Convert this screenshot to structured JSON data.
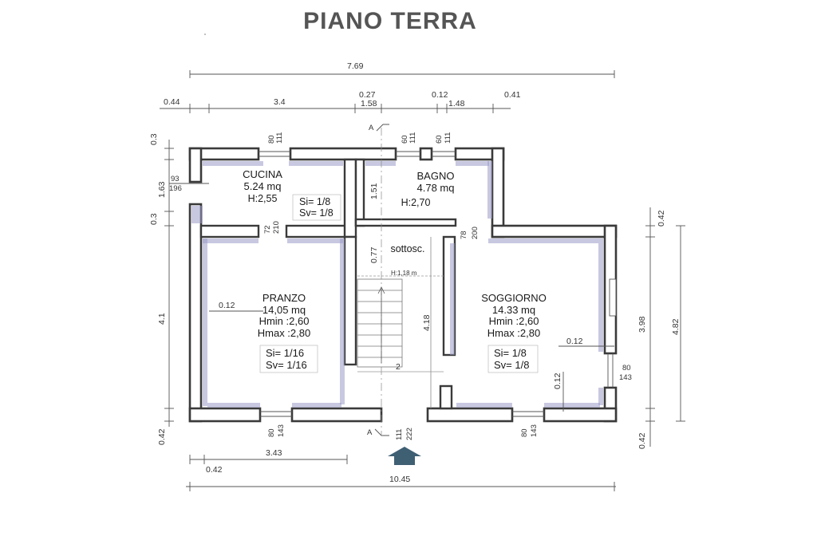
{
  "title": "PIANO TERRA",
  "dimensions": {
    "top_total": "7.69",
    "top_left": "0.44",
    "top_cucina": "3.4",
    "top_mid_small": "0.27",
    "top_mid": "1.58",
    "top_small2": "0.12",
    "top_bagno": "1.48",
    "top_right": "0.41",
    "left_top": "0.3",
    "left_cucina": "1.63",
    "left_mid": "0.3",
    "left_main": "4.1",
    "left_bottom": "0.42",
    "right_top": "0.42",
    "right_main": "3.98",
    "right_total": "4.82",
    "right_bottom": "0.42",
    "bottom_pranzo": "3.43",
    "bottom_left": "0.42",
    "bottom_total": "10.45",
    "stair_top": "0.77",
    "bagno_h": "1.51",
    "stair_len": "4.18",
    "stair_w": "2",
    "wall_pranzo": "0.12",
    "wall_sogg": "0.12",
    "wall_sogg2": "0.12"
  },
  "openings": {
    "w_cucina_top": [
      "80",
      "111"
    ],
    "w_hall_top": [
      "60",
      "111"
    ],
    "w_bagno_top": [
      "60",
      "111"
    ],
    "w_cucina_left": [
      "93",
      "196"
    ],
    "d_cucina": [
      "72",
      "210"
    ],
    "d_bagno": [
      "78",
      "200"
    ],
    "w_pranzo_bottom": [
      "80",
      "143"
    ],
    "d_entrance": [
      "111",
      "222"
    ],
    "w_sogg_bottom": [
      "80",
      "143"
    ],
    "w_sogg_right": [
      "80",
      "143"
    ]
  },
  "section_marks": [
    "A",
    "A"
  ],
  "rooms": {
    "cucina": {
      "name": "CUCINA",
      "area": "5.24 mq",
      "height": "H:2,55",
      "si": "Si= 1/8",
      "sv": "Sv= 1/8"
    },
    "bagno": {
      "name": "BAGNO",
      "area": "4.78 mq",
      "height": "H:2,70"
    },
    "sottoscala": {
      "name": "sottosc.",
      "height": "H:1,18 m"
    },
    "pranzo": {
      "name": "PRANZO",
      "area": "14,05 mq",
      "hmin": "Hmin :2,60",
      "hmax": "Hmax :2,80",
      "si": "Si= 1/16",
      "sv": "Sv= 1/16"
    },
    "soggiorno": {
      "name": "SOGGIORNO",
      "area": "14.33 mq",
      "hmin": "Hmin :2,60",
      "hmax": "Hmax :2,80",
      "si": "Si= 1/8",
      "sv": "Sv= 1/8"
    }
  },
  "colors": {
    "wall": "#3a3a3a",
    "hatch": "#9a9ac8",
    "entrance_arrow": "#3f5f73"
  }
}
